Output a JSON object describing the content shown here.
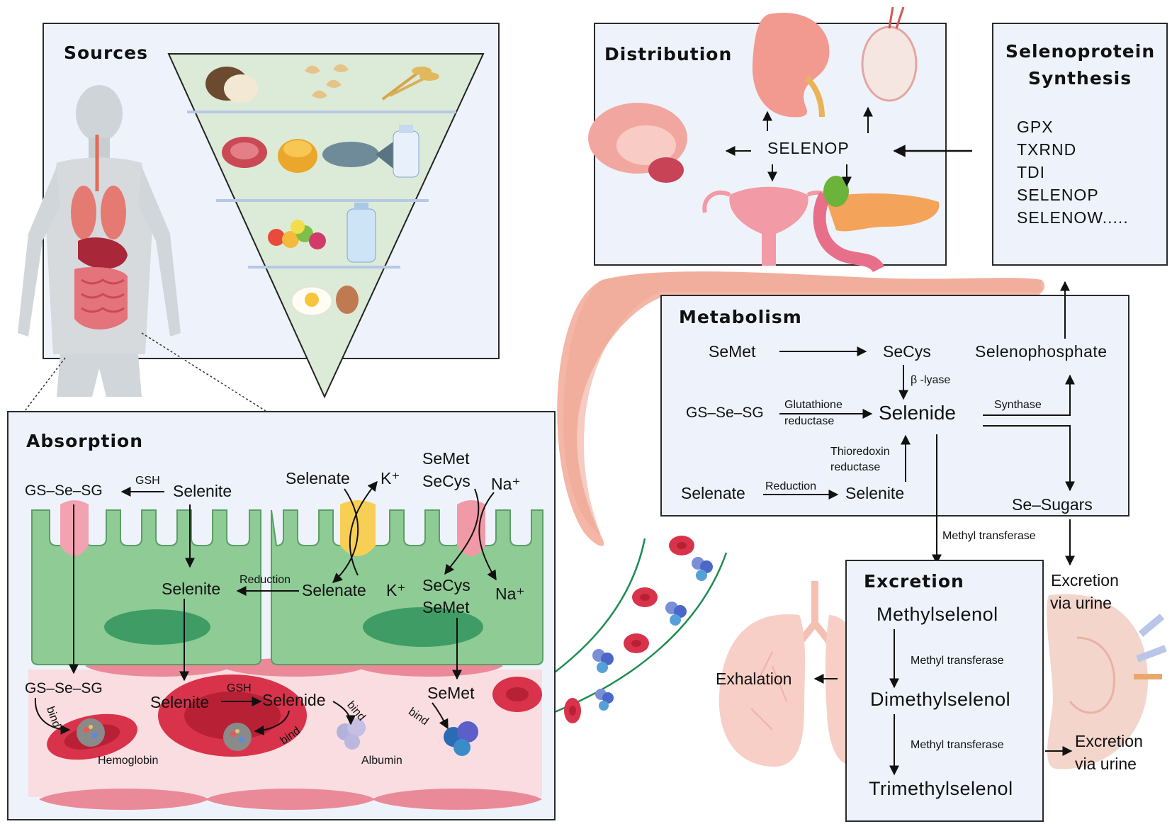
{
  "sources": {
    "title": "Sources"
  },
  "distribution": {
    "title": "Distribution",
    "hub": "SELENOP"
  },
  "synthesis": {
    "title_line1": "Selenoprotein",
    "title_line2": "Synthesis",
    "items": [
      "GPX",
      "TXRND",
      "TDI",
      "SELENOP",
      "SELENOW....."
    ]
  },
  "metabolism": {
    "title": "Metabolism",
    "semet": "SeMet",
    "secys": "SeCys",
    "selenophosphate": "Selenophosphate",
    "beta_lyase": "β -lyase",
    "gsseg": "GS–Se–SG",
    "glutathione_reductase_1": "Glutathione",
    "glutathione_reductase_2": "reductase",
    "selenide": "Selenide",
    "synthase": "Synthase",
    "thioredoxin_1": "Thioredoxin",
    "thioredoxin_2": "reductase",
    "selenate": "Selenate",
    "reduction": "Reduction",
    "selenite": "Selenite",
    "se_sugars": "Se–Sugars",
    "methyl_transferase": "Methyl transferase"
  },
  "excretion": {
    "title": "Excretion",
    "methylselenol": "Methylselenol",
    "methyl_transferase_1": "Methyl transferase",
    "dimethylselenol": "Dimethylselenol",
    "methyl_transferase_2": "Methyl transferase",
    "trimethylselenol": "Trimethylselenol",
    "exhalation": "Exhalation",
    "urine_top_1": "Excretion",
    "urine_top_2": "via urine",
    "urine_bottom_1": "Excretion",
    "urine_bottom_2": "via urine"
  },
  "absorption": {
    "title": "Absorption",
    "gsseg_top": "GS–Se–SG",
    "gsh_1": "GSH",
    "selenite_top": "Selenite",
    "selenate_top": "Selenate",
    "k_top": "K⁺",
    "semet_top": "SeMet",
    "secys_top": "SeCys",
    "na_top": "Na⁺",
    "selenite_cell": "Selenite",
    "reduction": "Reduction",
    "selenate_cell": "Selenate",
    "k_cell": "K⁺",
    "secys_cell": "SeCys",
    "semet_cell": "SeMet",
    "na_cell": "Na⁺",
    "gsseg_blood": "GS–Se–SG",
    "selenite_blood": "Selenite",
    "gsh_2": "GSH",
    "selenide_blood": "Selenide",
    "semet_blood": "SeMet",
    "bind_1": "bind",
    "bind_2": "bind",
    "bind_3": "bind",
    "bind_4": "bind",
    "hemoglobin": "Hemoglobin",
    "albumin": "Albumin"
  },
  "colors": {
    "panel_bg": "#eef3fb",
    "cell_green": "#8ecb95",
    "nucleus_green": "#3f9c64",
    "blood_pink": "#f6c2cb",
    "rbc_red": "#d8334a",
    "liver": "#f4b6a6",
    "arrow": "#111111",
    "vessel_line": "#1e8c52"
  }
}
